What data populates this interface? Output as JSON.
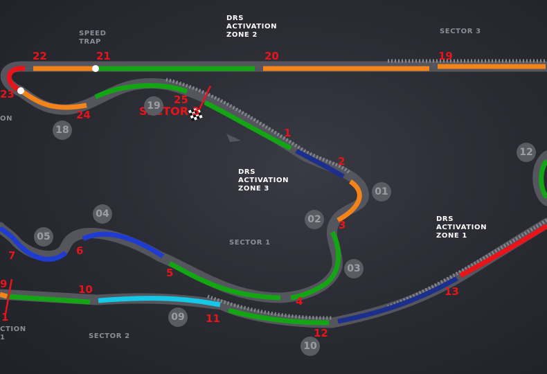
{
  "labels": {
    "speed_trap": [
      "SPEED",
      "TRAP"
    ],
    "drs_zone_2": [
      "DRS",
      "ACTIVATION",
      "ZONE 2"
    ],
    "drs_zone_3": [
      "DRS",
      "ACTIVATION",
      "ZONE 3"
    ],
    "drs_zone_1": [
      "DRS",
      "ACTIVATION",
      "ZONE 1"
    ],
    "sector_1": "SECTOR 1",
    "sector_2": "SECTOR 2",
    "sector_3": "SECTOR 3",
    "sector_red": "SECTOR 3",
    "edge_sector": [
      "CTION",
      "1"
    ],
    "edge_on": "ON"
  },
  "turns": [
    "1",
    "2",
    "3",
    "4",
    "5",
    "6",
    "7",
    "9",
    "10",
    "11",
    "12",
    "13",
    "19",
    "20",
    "21",
    "22",
    "23",
    "24",
    "25",
    "1"
  ],
  "marshal_posts": [
    "01",
    "02",
    "03",
    "04",
    "05",
    "09",
    "10",
    "12",
    "18",
    "19"
  ],
  "segment_colors": {
    "green": "#14a514",
    "orange": "#f4841a",
    "blue": "#1e3cd2",
    "navy": "#1c2f8c",
    "cyan": "#14c8e6",
    "red": "#e8141a"
  }
}
